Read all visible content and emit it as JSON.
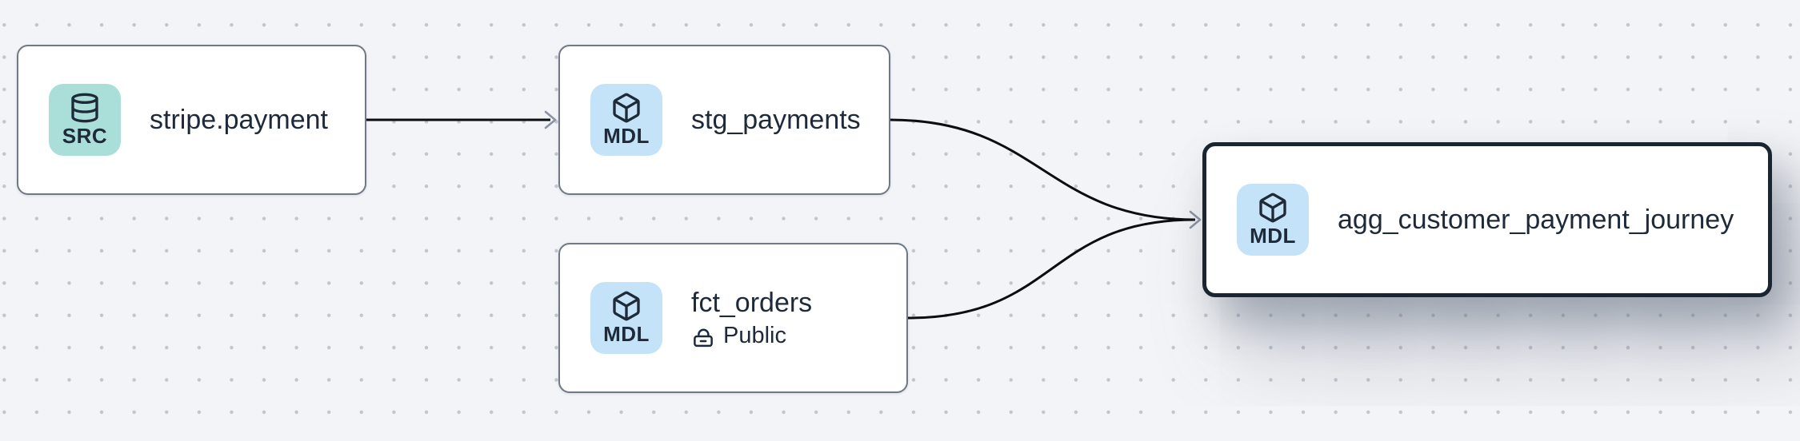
{
  "canvas": {
    "background_color": "#f3f4f7",
    "dot_color": "#c2c5cd"
  },
  "colors": {
    "node_background": "#ffffff",
    "node_border": "#6e7887",
    "selected_node_border": "#1b2531",
    "text": "#1e2a3a",
    "source_badge_background": "#aadfd9",
    "model_badge_background": "#c4e3f8",
    "edge": "#0b0d11",
    "arrowhead": "#8b93a2"
  },
  "nodes": [
    {
      "id": "stripe.payment",
      "label": "stripe.payment",
      "badge_label": "SRC",
      "badge_icon": "database-icon",
      "kind": "source",
      "selected": false
    },
    {
      "id": "stg_payments",
      "label": "stg_payments",
      "badge_label": "MDL",
      "badge_icon": "cube-icon",
      "kind": "model",
      "selected": false
    },
    {
      "id": "fct_orders",
      "label": "fct_orders",
      "badge_label": "MDL",
      "badge_icon": "cube-icon",
      "kind": "model",
      "access_label": "Public",
      "access_icon": "unlock-icon",
      "selected": false
    },
    {
      "id": "agg_customer_payment_journey",
      "label": "agg_customer_payment_journey",
      "badge_label": "MDL",
      "badge_icon": "cube-icon",
      "kind": "model",
      "selected": true
    }
  ],
  "edges": [
    {
      "from": "stripe.payment",
      "to": "stg_payments"
    },
    {
      "from": "stg_payments",
      "to": "agg_customer_payment_journey"
    },
    {
      "from": "fct_orders",
      "to": "agg_customer_payment_journey"
    }
  ]
}
